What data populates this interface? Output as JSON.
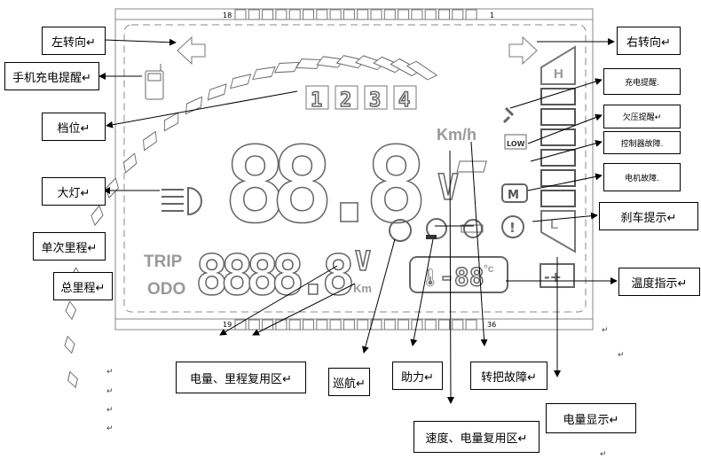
{
  "panel": {
    "pin_left_top": "18",
    "pin_right_top": "1",
    "pin_left_bottom": "19",
    "pin_right_bottom": "36",
    "gears": [
      "1",
      "2",
      "3",
      "4"
    ],
    "speed_digits": "88.8",
    "speed_unit": "Km/h",
    "volt_unit_big": "V",
    "odo_digits": "8888.8",
    "volt_unit_small": "V",
    "km_unit": "Km",
    "trip": "TRIP",
    "odo": "ODO",
    "temp_digits": "-88",
    "temp_unit": "°c",
    "high": "H",
    "low_bar": "L",
    "low_voltage": "LOW"
  },
  "labels": {
    "left_turn": "左转向↵",
    "phone_charge": "手机充电提醒↵",
    "gear": "档位↵",
    "headlight": "大灯↵",
    "trip": "单次里程↵",
    "odo": "总里程↵",
    "right_turn": "右转向↵",
    "charge": "充电提醒.",
    "undervoltage": "欠压提醒↵",
    "controller_fault": "控制器故障.",
    "motor_fault": "电机故障.",
    "brake": "刹车提示↵",
    "temperature": "温度指示↵",
    "battery_mileage": "电量、里程复用区↵",
    "cruise": "巡航↵",
    "assist": "助力↵",
    "throttle_fault": "转把故障↵",
    "battery_display": "电量显示↵",
    "speed_battery": "速度、电量复用区↵"
  },
  "marks": [
    "↵",
    "↵",
    "↵",
    "↵",
    "↵",
    "↵",
    "↵"
  ]
}
